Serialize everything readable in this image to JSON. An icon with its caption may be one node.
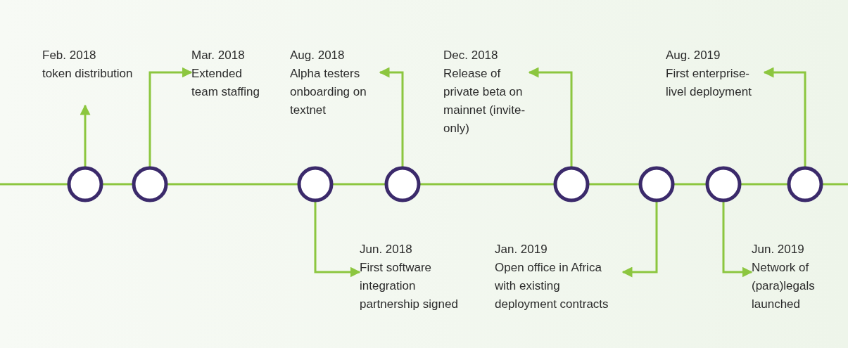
{
  "diagram": {
    "nodes": [
      {
        "text": [],
        "shape": "circle"
      },
      {
        "text": [],
        "shape": "circle"
      },
      {
        "text": [],
        "shape": "circle"
      },
      {
        "text": [],
        "shape": "circle"
      },
      {
        "text": [],
        "shape": "circle"
      },
      {
        "text": [],
        "shape": "circle"
      },
      {
        "text": [],
        "shape": "circle"
      },
      {
        "text": [],
        "shape": "circle"
      },
      {
        "text": [
          "Feb. 2018",
          "token distribution"
        ]
      },
      {
        "text": [
          "Mar. 2018",
          "Extended team staffing"
        ]
      },
      {
        "text": [
          "Aug. 2018",
          "Alpha testers onboarding on textnet"
        ]
      },
      {
        "text": [
          "Dec. 2018",
          "Release of private beta on mainnet (invite-only)"
        ]
      },
      {
        "text": [
          "Aug. 2019",
          "First enterprise-livel deployment"
        ]
      },
      {
        "text": [
          "Jun. 2018",
          "First software integration partnership signed"
        ]
      },
      {
        "text": [
          "Jan. 2019",
          "Open office in Africa with existing deployment contracts"
        ]
      },
      {
        "text": [
          "Jun. 2019",
          "Network of (para)legals launched"
        ]
      }
    ],
    "edges": [
      {
        "from": null,
        "to": 0,
        "arrow": "none"
      },
      {
        "from": 0,
        "to": 1,
        "arrow": "none"
      },
      {
        "from": 1,
        "to": 2,
        "arrow": "none"
      },
      {
        "from": 2,
        "to": 3,
        "arrow": "none"
      },
      {
        "from": 3,
        "to": 4,
        "arrow": "none"
      },
      {
        "from": 4,
        "to": 5,
        "arrow": "none"
      },
      {
        "from": 5,
        "to": 6,
        "arrow": "none"
      },
      {
        "from": 6,
        "to": 7,
        "arrow": "none"
      },
      {
        "from": 7,
        "to": null,
        "arrow": "none"
      },
      {
        "from": 0,
        "to": 8,
        "arrow": "to"
      },
      {
        "from": 1,
        "to": 9,
        "arrow": "to"
      },
      {
        "from": 3,
        "to": 10,
        "arrow": "to"
      },
      {
        "from": 4,
        "to": 11,
        "arrow": "to"
      },
      {
        "from": 7,
        "to": 12,
        "arrow": "to"
      },
      {
        "from": 2,
        "to": 13,
        "arrow": "to"
      },
      {
        "from": 5,
        "to": 14,
        "arrow": "to"
      },
      {
        "from": 6,
        "to": 15,
        "arrow": "to"
      }
    ]
  }
}
